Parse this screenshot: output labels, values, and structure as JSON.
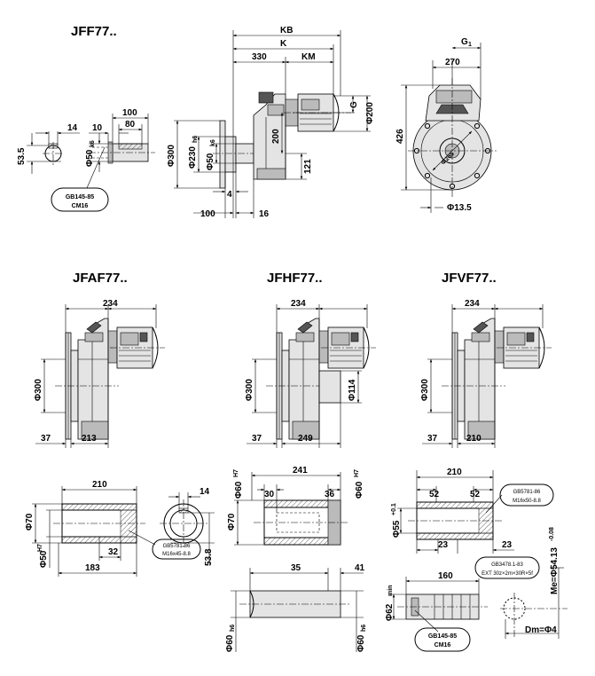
{
  "titles": {
    "jff": "JFF77..",
    "jfaf": "JFAF77..",
    "jfhf": "JFHF77..",
    "jfvf": "JFVF77.."
  },
  "jff_shaft": {
    "d1": "14",
    "d2": "10",
    "d3": "80",
    "d4": "100",
    "d5": "53.5",
    "phi": "Φ50",
    "phi_tol": "k6",
    "note_line1": "GB145-85",
    "note_line2": "CM16"
  },
  "jff_side": {
    "KB": "KB",
    "K": "K",
    "v330": "330",
    "KM": "KM",
    "G": "G",
    "phi200": "Φ200",
    "v200": "200",
    "v121": "121",
    "phi300": "Φ300",
    "phi230": "Φ230",
    "phi230_tol": "h6",
    "phi50": "Φ50",
    "phi50_tol": "k6",
    "v4": "4",
    "v100": "100",
    "v16": "16"
  },
  "jff_front": {
    "G1": "G",
    "G1_sub": "1",
    "v270": "270",
    "v426": "426",
    "phi265": "Φ265",
    "phi135": "Φ13.5"
  },
  "jfaf": {
    "v234": "234",
    "phi300": "Φ300",
    "v37": "37",
    "v213": "213"
  },
  "jfhf": {
    "v234": "234",
    "phi300": "Φ300",
    "phi114": "Φ114",
    "v37": "37",
    "v249": "249"
  },
  "jfvf": {
    "v234": "234",
    "phi300": "Φ300",
    "v37": "37",
    "v210": "210"
  },
  "jfaf_hollow": {
    "v210": "210",
    "v14": "14",
    "phi70": "Φ70",
    "phi50": "Φ50",
    "phi50_tol": "H7",
    "v32": "32",
    "v183": "183",
    "v538": "53.8",
    "note_line1": "GB5781-86",
    "note_line2": "M16x45-8.8"
  },
  "jfhf_hollow": {
    "v241": "241",
    "v30": "30",
    "v36": "36",
    "phi60a": "Φ60",
    "phi60a_tol": "H7",
    "phi60b": "Φ60",
    "phi60b_tol": "H7",
    "phi70": "Φ70",
    "v35": "35",
    "v41": "41",
    "phi60c": "Φ60",
    "phi60c_tol": "h6",
    "phi60d": "Φ60",
    "phi60d_tol": "h6"
  },
  "jfvf_hollow": {
    "v210": "210",
    "v52a": "52",
    "v52b": "52",
    "phi55": "Φ55",
    "phi55_tol": "+0.1",
    "v23a": "23",
    "v23b": "23",
    "note1_line1": "GB5781-86",
    "note1_line2": "M16x50-8.8",
    "note2_line1": "GB3478.1-83",
    "note2_line2": "EXT 30z×2m×30R×5f",
    "v160": "160",
    "phi62": "Φ62",
    "phi62_sub": "min",
    "me": "Me=Φ54.13",
    "me_tol": "-0.08",
    "dm": "Dm=Φ4",
    "note3_line1": "GB145-85",
    "note3_line2": "CM16"
  }
}
